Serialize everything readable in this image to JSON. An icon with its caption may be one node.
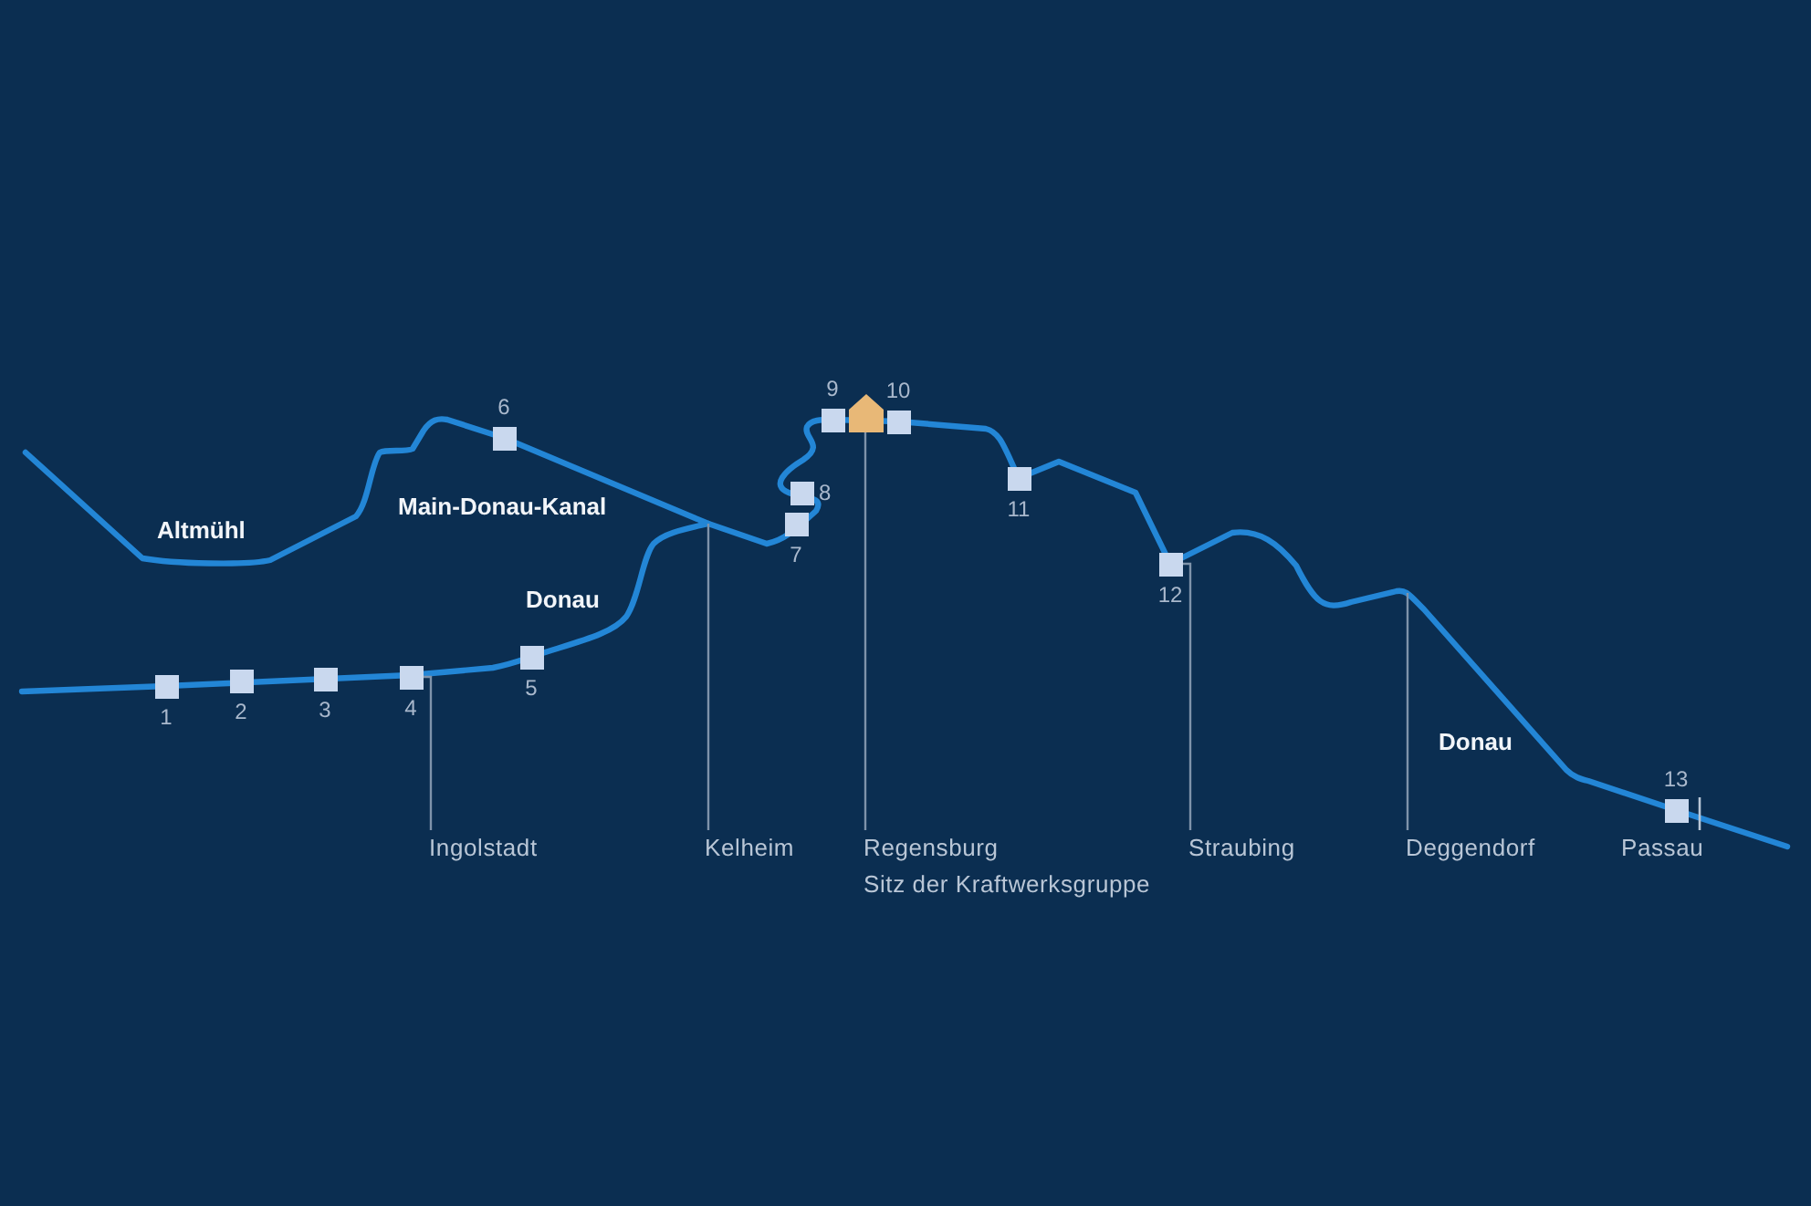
{
  "diagram": {
    "nodes": [
      {
        "text": [],
        "shape": "box",
        "beside": [
          "1"
        ]
      },
      {
        "text": [],
        "shape": "box",
        "beside": [
          "2"
        ]
      },
      {
        "text": [],
        "shape": "box",
        "beside": [
          "3"
        ]
      },
      {
        "text": [],
        "shape": "box",
        "beside": [
          "4"
        ]
      },
      {
        "text": [],
        "shape": "box",
        "beside": [
          "5"
        ]
      },
      {
        "text": [],
        "shape": "box",
        "beside": [
          "6"
        ]
      },
      {
        "text": [],
        "shape": "box",
        "beside": [
          "7"
        ]
      },
      {
        "text": [],
        "shape": "box",
        "beside": [
          "8"
        ]
      },
      {
        "text": [],
        "shape": "box",
        "beside": [
          "9"
        ]
      },
      {
        "text": [],
        "shape": "house"
      },
      {
        "text": [],
        "shape": "box",
        "beside": [
          "10"
        ]
      },
      {
        "text": [],
        "shape": "box",
        "beside": [
          "11"
        ]
      },
      {
        "text": [],
        "shape": "box",
        "beside": [
          "12"
        ]
      },
      {
        "text": [],
        "shape": "box",
        "beside": [
          "13"
        ]
      },
      {
        "text": [
          "Ingolstadt"
        ]
      },
      {
        "text": [
          "Kelheim"
        ]
      },
      {
        "text": [
          "Regensburg",
          "Sitz der Kraftwerksgruppe"
        ]
      },
      {
        "text": [
          "Straubing"
        ]
      },
      {
        "text": [
          "Deggendorf"
        ]
      }
    ],
    "edges": [
      {
        "from": 14,
        "to": 3,
        "arrow": "none"
      },
      {
        "from": 15,
        "to": null,
        "arrow": "none"
      },
      {
        "from": 16,
        "to": 9,
        "arrow": "none"
      },
      {
        "from": 17,
        "to": 12,
        "arrow": "none"
      },
      {
        "from": 18,
        "to": null,
        "arrow": "none"
      }
    ],
    "labels": [
      "Altmühl",
      "Main-Donau-Kanal",
      "Donau",
      "Donau",
      "Passau"
    ]
  }
}
